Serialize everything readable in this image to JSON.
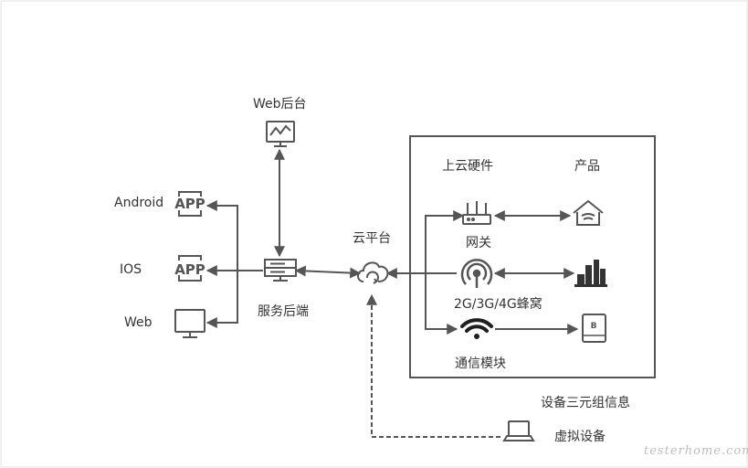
{
  "labels": {
    "web_backend": "Web后台",
    "android": "Android",
    "ios": "IOS",
    "web": "Web",
    "server": "服务后端",
    "cloud": "云平台",
    "hardware": "上云硬件",
    "product": "产品",
    "gateway": "网关",
    "cellular": "2G/3G/4G蜂窝",
    "comm_module": "通信模块",
    "triple_info": "设备三元组信息",
    "virtual_device": "虚拟设备"
  },
  "app_text": "APP",
  "box_letter": "B",
  "watermark": "testerhome.com",
  "icons": [
    "monitor-chart-icon",
    "app-icon",
    "monitor-icon",
    "server-icon",
    "cloud-icon",
    "router-icon",
    "cell-tower-icon",
    "wifi-icon",
    "house-icon",
    "factory-icon",
    "device-box-icon",
    "laptop-icon"
  ],
  "colors": {
    "line": "#555555",
    "frame": "#555555",
    "text": "#333333"
  }
}
